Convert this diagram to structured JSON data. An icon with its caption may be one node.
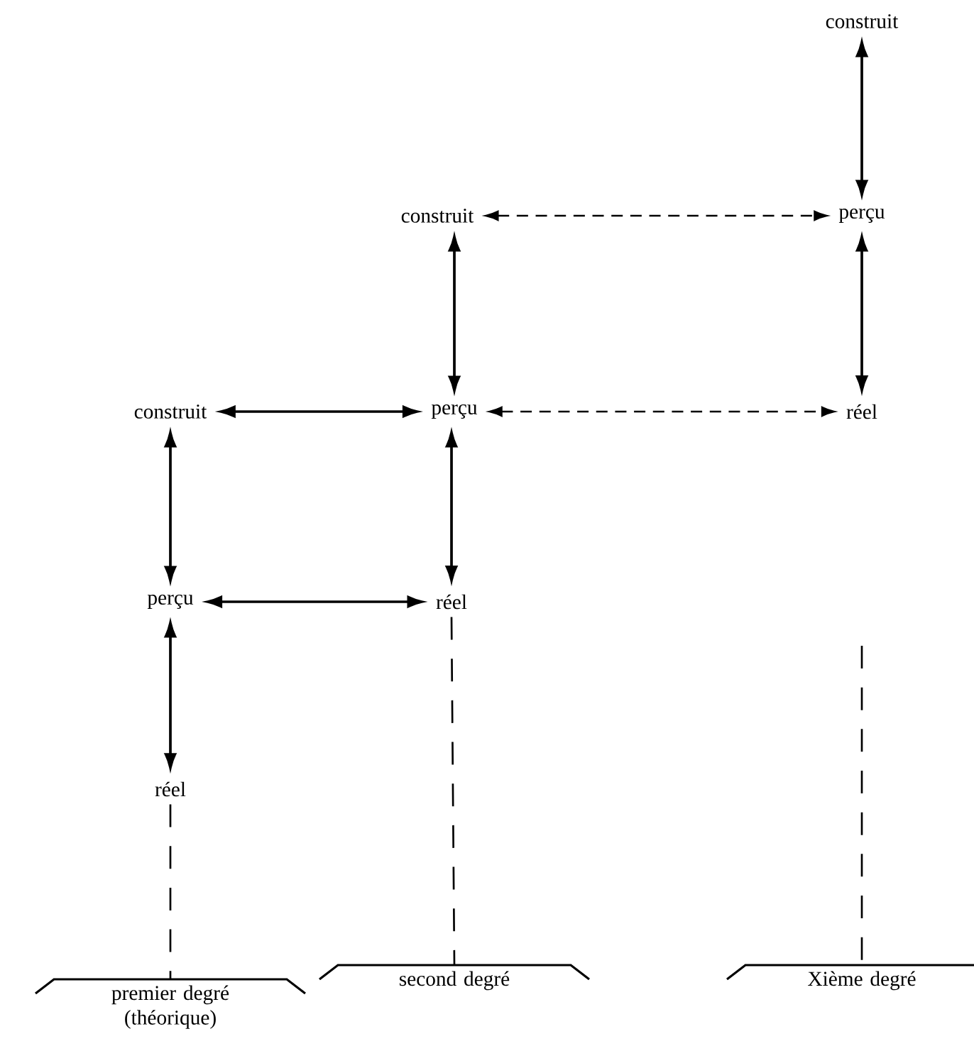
{
  "diagram": {
    "nodes": [
      {
        "text": [
          "construit"
        ]
      },
      {
        "text": [
          "construit"
        ]
      },
      {
        "text": [
          "perçu"
        ]
      },
      {
        "text": [
          "construit"
        ]
      },
      {
        "text": [
          "perçu"
        ]
      },
      {
        "text": [
          "réel"
        ]
      },
      {
        "text": [
          "perçu"
        ]
      },
      {
        "text": [
          "réel"
        ]
      },
      {
        "text": [
          "réel"
        ]
      },
      {
        "text": [
          "premier degré (théorique)"
        ]
      },
      {
        "text": [
          "second degré"
        ]
      },
      {
        "text": [
          "Xième degré"
        ]
      }
    ],
    "edges": [
      {
        "from": 0,
        "to": 2,
        "arrow": "both"
      },
      {
        "from": 1,
        "to": 2,
        "arrow": "both",
        "style": "dashed"
      },
      {
        "from": 1,
        "to": 4,
        "arrow": "both"
      },
      {
        "from": 2,
        "to": 5,
        "arrow": "both"
      },
      {
        "from": 3,
        "to": 4,
        "arrow": "both"
      },
      {
        "from": 4,
        "to": 5,
        "arrow": "both",
        "style": "dashed"
      },
      {
        "from": 3,
        "to": 6,
        "arrow": "both"
      },
      {
        "from": 4,
        "to": 7,
        "arrow": "both"
      },
      {
        "from": 6,
        "to": 7,
        "arrow": "both"
      },
      {
        "from": 6,
        "to": 8,
        "arrow": "both"
      },
      {
        "from": 8,
        "to": 9,
        "arrow": "none",
        "style": "dashed"
      },
      {
        "from": 7,
        "to": 10,
        "arrow": "none",
        "style": "dashed"
      },
      {
        "from": null,
        "to": 11,
        "arrow": "none",
        "style": "dashed"
      }
    ]
  }
}
